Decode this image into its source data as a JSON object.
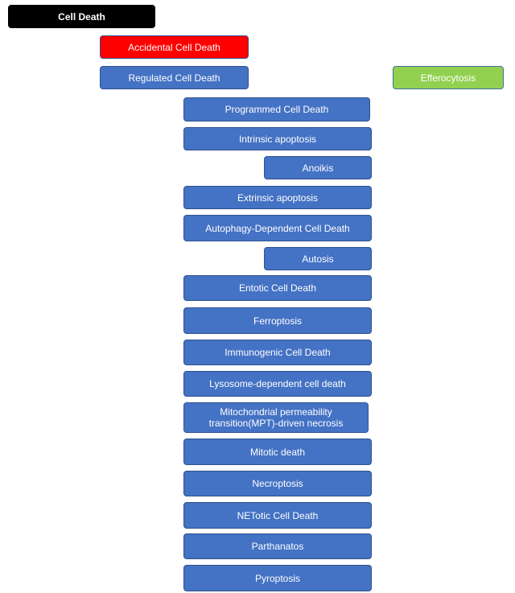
{
  "nodes": {
    "cell_death": "Cell Death",
    "accidental": "Accidental Cell Death",
    "regulated": "Regulated Cell Death",
    "efferocytosis": "Efferocytosis",
    "programmed": "Programmed Cell Death",
    "intrinsic_apoptosis": "Intrinsic apoptosis",
    "anoikis": "Anoikis",
    "extrinsic_apoptosis": "Extrinsic apoptosis",
    "autophagy": "Autophagy-Dependent Cell Death",
    "autosis": "Autosis",
    "entotic": "Entotic Cell Death",
    "ferroptosis": "Ferroptosis",
    "immunogenic": "Immunogenic Cell Death",
    "lysosome": "Lysosome-dependent cell death",
    "mpt": "Mitochondrial permeability transition(MPT)-driven necrosis",
    "mitotic": "Mitotic death",
    "necroptosis": "Necroptosis",
    "netotic": "NETotic Cell Death",
    "parthanatos": "Parthanatos",
    "pyroptosis": "Pyroptosis"
  },
  "colors": {
    "root": "#000000",
    "accidental": "#ff0000",
    "regulated": "#4472c4",
    "efferocytosis": "#92d050"
  }
}
